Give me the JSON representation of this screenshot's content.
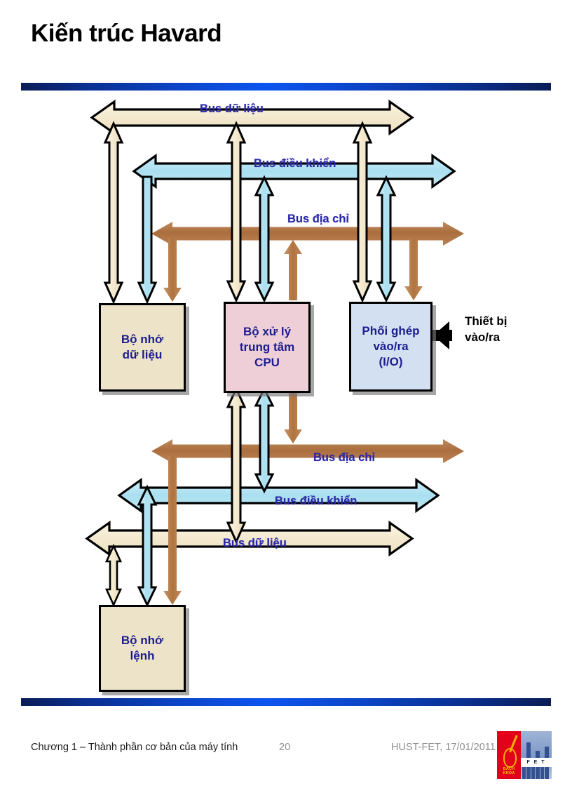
{
  "slide": {
    "title": "Kiến trúc Havard"
  },
  "diagram": {
    "boxes": [
      {
        "id": "data-memory",
        "lines": [
          "Bộ nhớ",
          "dữ liệu"
        ],
        "color": "#ece3c9"
      },
      {
        "id": "cpu",
        "lines": [
          "Bộ xử lý",
          "trung tâm",
          "CPU"
        ],
        "color": "#eecfd8"
      },
      {
        "id": "io",
        "lines": [
          "Phối ghép",
          "vào/ra",
          "(I/O)"
        ],
        "color": "#d3e0f2"
      },
      {
        "id": "instr-memory",
        "lines": [
          "Bộ nhớ",
          "lệnh"
        ],
        "color": "#ece3c9"
      }
    ],
    "external_device": {
      "lines": [
        "Thiết bị",
        "vào/ra"
      ]
    },
    "bus_labels": {
      "data_top": "Bus dữ liệu",
      "control_top": "Bus điều khiển",
      "address_top": "Bus địa chỉ",
      "address_bottom": "Bus địa chỉ",
      "control_bottom": "Bus điều khiển",
      "data_bottom": "Bus dữ liệu"
    },
    "bus_colors": {
      "data": "#f5ead0",
      "control": "#b7e4f0",
      "address": "#b5794a",
      "outline": "#000000",
      "label_text": "#2a27a8"
    }
  },
  "footer": {
    "chapter": "Chương 1 – Thành phần cơ bản của máy tính",
    "page": "20",
    "org": "HUST-FET, 17/01/2011",
    "logo": {
      "left_text": "BÁCH KHOA",
      "right_text": "F E T"
    }
  },
  "theme": {
    "rule_color": "#0d55ef",
    "title_color": "#000000",
    "box_text_color": "#1d1d8f"
  }
}
